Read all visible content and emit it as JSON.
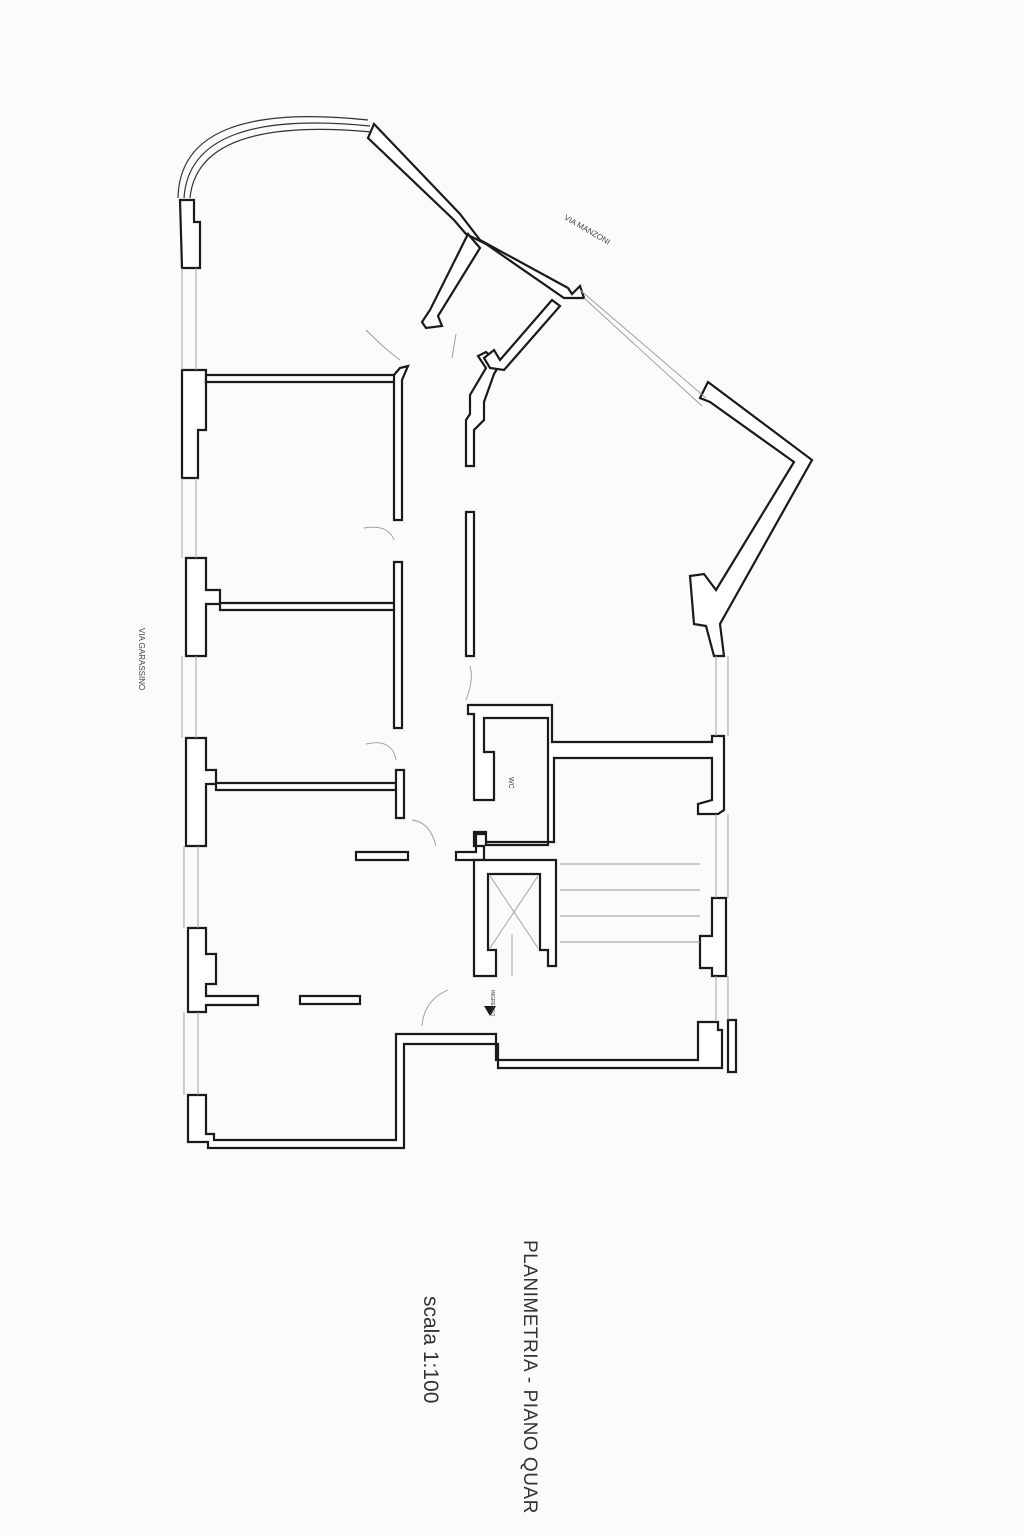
{
  "labels": {
    "street_left": "VIA GARASSINO",
    "street_right": "VIA MANZONI",
    "room_wc": "WC",
    "entrance_note": "INGRESSO",
    "title": "PLANIMETRIA - PIANO QUAR",
    "scale": "scala 1:100"
  },
  "colors": {
    "paper": "#fbfbf9",
    "wall_outline": "#1a1a1a",
    "wall_fill": "#ffffff",
    "thin_line": "#999999"
  }
}
